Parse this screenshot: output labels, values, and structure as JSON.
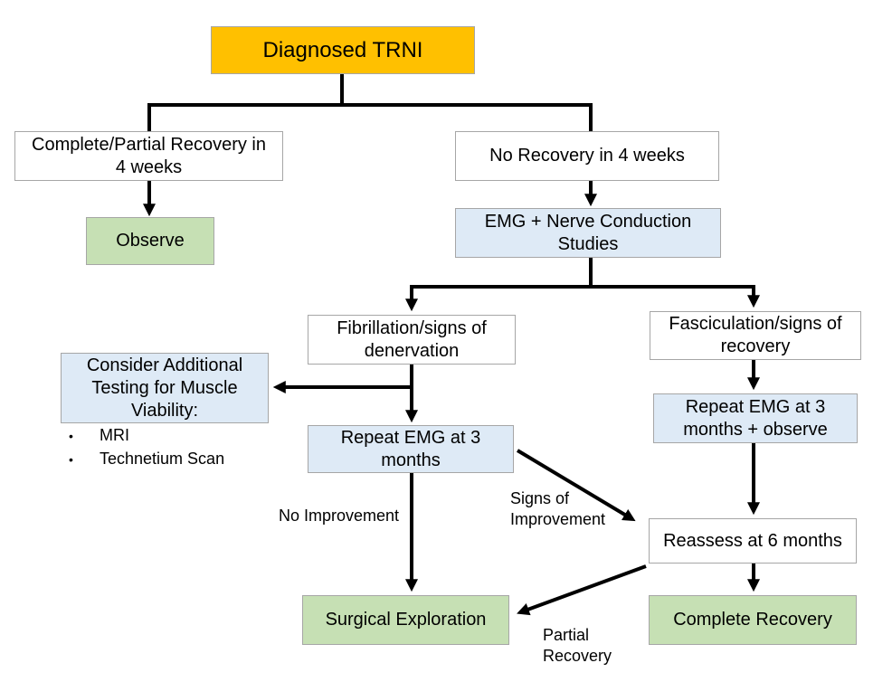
{
  "palette": {
    "canvas": "#ffffff",
    "line": "#000000",
    "node_border": "#a6a6a6",
    "orange": "#ffc000",
    "green": "#c6e0b4",
    "blue": "#deeaf6",
    "white": "#ffffff",
    "text": "#000000"
  },
  "nodes": {
    "diagnosed_trni": {
      "label": "Diagnosed TRNI"
    },
    "complete_partial_recovery": {
      "label": "Complete/Partial Recovery in\n4 weeks"
    },
    "observe": {
      "label": "Observe"
    },
    "no_recovery": {
      "label": "No Recovery in 4 weeks"
    },
    "emg_ncs": {
      "label": "EMG + Nerve Conduction\nStudies"
    },
    "fibrillation": {
      "label": "Fibrillation/signs of\ndenervation"
    },
    "fasciculation": {
      "label": "Fasciculation/signs of\nrecovery"
    },
    "consider_testing": {
      "label": "Consider Additional\nTesting for Muscle\nViability:"
    },
    "repeat_emg_3": {
      "label": "Repeat EMG at 3\nmonths"
    },
    "repeat_emg_3_observe": {
      "label": "Repeat EMG at 3\nmonths + observe"
    },
    "reassess_6": {
      "label": "Reassess at 6 months"
    },
    "surgical_exploration": {
      "label": "Surgical Exploration"
    },
    "complete_recovery": {
      "label": "Complete Recovery"
    }
  },
  "bullet_list": {
    "marker": "•",
    "items": [
      {
        "label": "MRI"
      },
      {
        "label": "Technetium Scan"
      }
    ]
  },
  "edge_labels": {
    "no_improvement": "No Improvement",
    "signs_of_improvement": "Signs of\nImprovement",
    "partial_recovery": "Partial\nRecovery"
  }
}
